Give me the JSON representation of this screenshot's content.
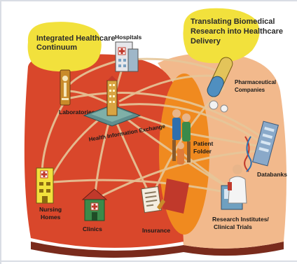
{
  "bubbles": {
    "left": [
      "Integrated Healthcare",
      "Continuum"
    ],
    "right": [
      "Translating Biomedical",
      "Research into Healthcare",
      "Delivery"
    ]
  },
  "labels": {
    "hospitals": "Hospitals",
    "laboratories": "Laboratories",
    "hie": "Health Information Exchange",
    "patient_folder": [
      "Patient",
      "Folder"
    ],
    "pharma": [
      "Pharmaceutical",
      "Companies"
    ],
    "databanks": "Databanks",
    "nursing": [
      "Nursing",
      "Homes"
    ],
    "clinics": "Clinics",
    "insurance": "Insurance",
    "research": [
      "Research Institutes/",
      "Clinical Trials"
    ]
  },
  "colors": {
    "left_region": "#d9472b",
    "right_region": "#f2b98c",
    "overlap": "#f08a1f",
    "bubble": "#f2e13c",
    "links": "#e6c79a",
    "base_shadow": "#7a2b1c"
  }
}
